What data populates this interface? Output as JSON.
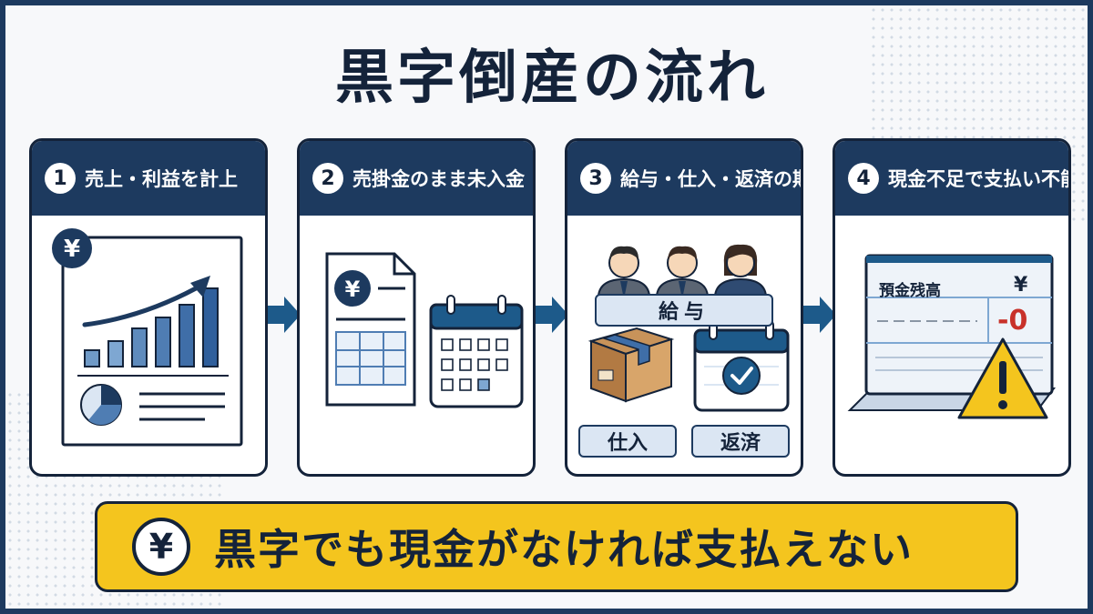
{
  "title": "黒字倒産の流れ",
  "steps": [
    {
      "number": "1",
      "label": "売上・利益を計上"
    },
    {
      "number": "2",
      "label": "売掛金のまま未入金"
    },
    {
      "number": "3",
      "label": "給与・仕入・返済の期限"
    },
    {
      "number": "4",
      "label": "現金不足で支払い不能"
    }
  ],
  "step3_tags": {
    "salary": "給与",
    "purchase": "仕入",
    "repayment": "返済"
  },
  "bank": {
    "title": "預金残高",
    "currency": "¥",
    "balance": "-0"
  },
  "symbols": {
    "yen": "¥"
  },
  "bottom": {
    "message": "黒字でも現金がなければ支払えない"
  },
  "colors": {
    "navy": "#1d3a5f",
    "yellow": "#f4c51e",
    "light_blue": "#dbe6f3",
    "warning": "#f4c51e",
    "negative": "#c8312a"
  }
}
